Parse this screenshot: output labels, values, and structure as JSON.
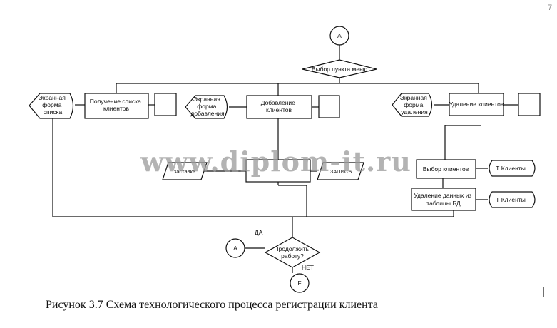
{
  "page_number": "7",
  "watermark": "www.diplom-it.ru",
  "caption": "Рисунок 3.7 Схема технологического процесса регистрации клиента",
  "connectors": {
    "start": "A",
    "loop": "A",
    "end": "F"
  },
  "decisions": {
    "menu": "Выбор пункта меню",
    "continue": [
      "Продолжить",
      "работу?"
    ],
    "yes": "ДА",
    "no": "НЕТ"
  },
  "displays": {
    "list_form": [
      "Экранная",
      "форма",
      "списка"
    ],
    "add_form": [
      "Экранная",
      "форма",
      "добавления"
    ],
    "delete_form": [
      "Экранная",
      "форма",
      "удаления"
    ]
  },
  "processes": {
    "get_list": [
      "Получение списка",
      "клиентов"
    ],
    "add_clients": [
      "Добавление",
      "клиентов"
    ],
    "delete_clients": "Удаление клиентов",
    "select_clients": "Выбор клиентов",
    "delete_from_db": [
      "Удаление данных из",
      "таблицы БД"
    ]
  },
  "io": {
    "stub_left": "заставка",
    "stub_right": "ЗАПИСЬ"
  },
  "storages": {
    "clients_1": "Т Клиенты",
    "clients_2": "Т Клиенты"
  }
}
